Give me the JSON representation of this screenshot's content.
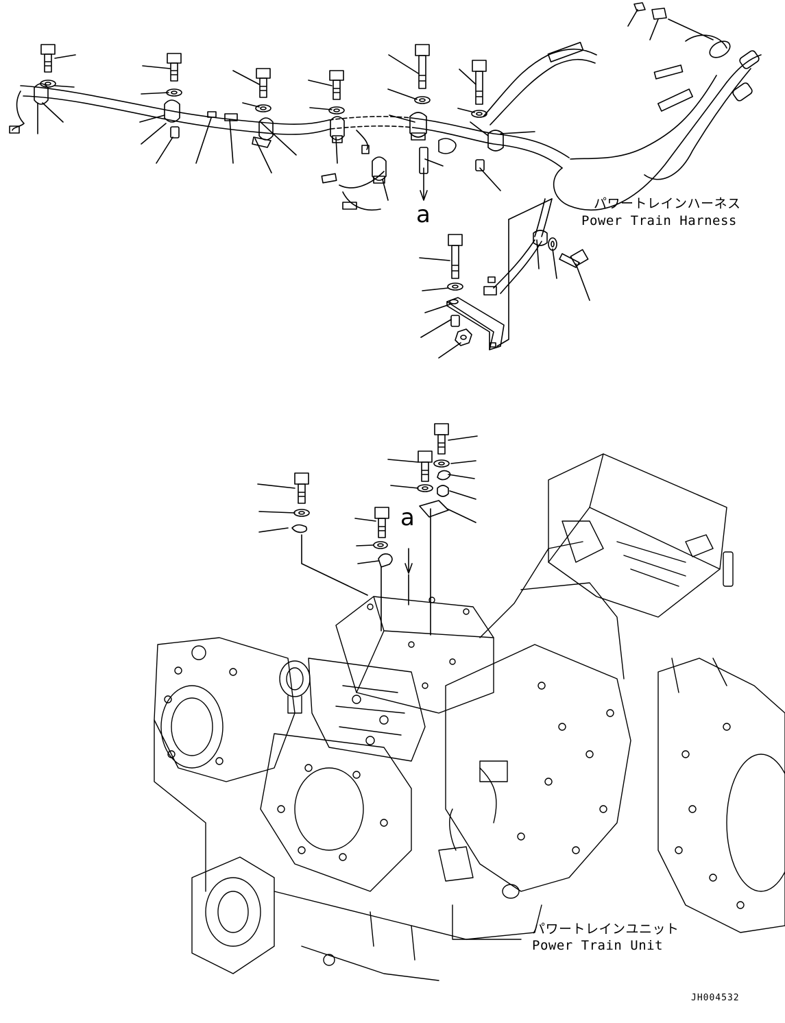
{
  "harness": {
    "label_jp": "パワートレインハーネス",
    "label_en": "Power Train Harness"
  },
  "unit": {
    "label_jp": "パワートレインユニット",
    "label_en": "Power Train Unit"
  },
  "detail_ref": {
    "upper": "a",
    "lower": "a"
  },
  "drawing_code": "JH004532",
  "colors": {
    "line": "#000000",
    "background": "#ffffff"
  }
}
